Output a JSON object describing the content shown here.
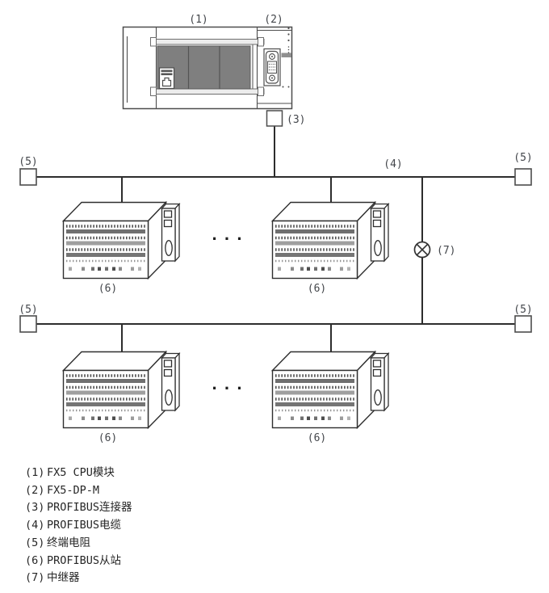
{
  "diagram": {
    "callout_1": "(1)",
    "callout_2": "(2)",
    "callout_3": "(3)",
    "callout_4": "(4)",
    "callout_5": "(5)",
    "callout_6": "(6)",
    "callout_7": "(7)",
    "ellipsis": "···",
    "colors": {
      "diagram_ink": "#2f2f2f",
      "module_outline": "#4d4d4d",
      "module_block_gray": "#7f7f7f",
      "slave_bar_dark": "#6f6f6f",
      "slave_bar_light": "#9f9f9f",
      "callout_text": "#43464b",
      "legend_text": "#262626"
    }
  },
  "legend": {
    "items": [
      {
        "num": "(1)",
        "label": "FX5 CPU模块"
      },
      {
        "num": "(2)",
        "label": "FX5-DP-M"
      },
      {
        "num": "(3)",
        "label": "PROFIBUS连接器"
      },
      {
        "num": "(4)",
        "label": "PROFIBUS电缆"
      },
      {
        "num": "(5)",
        "label": "终端电阻"
      },
      {
        "num": "(6)",
        "label": "PROFIBUS从站"
      },
      {
        "num": "(7)",
        "label": "中继器"
      }
    ]
  }
}
